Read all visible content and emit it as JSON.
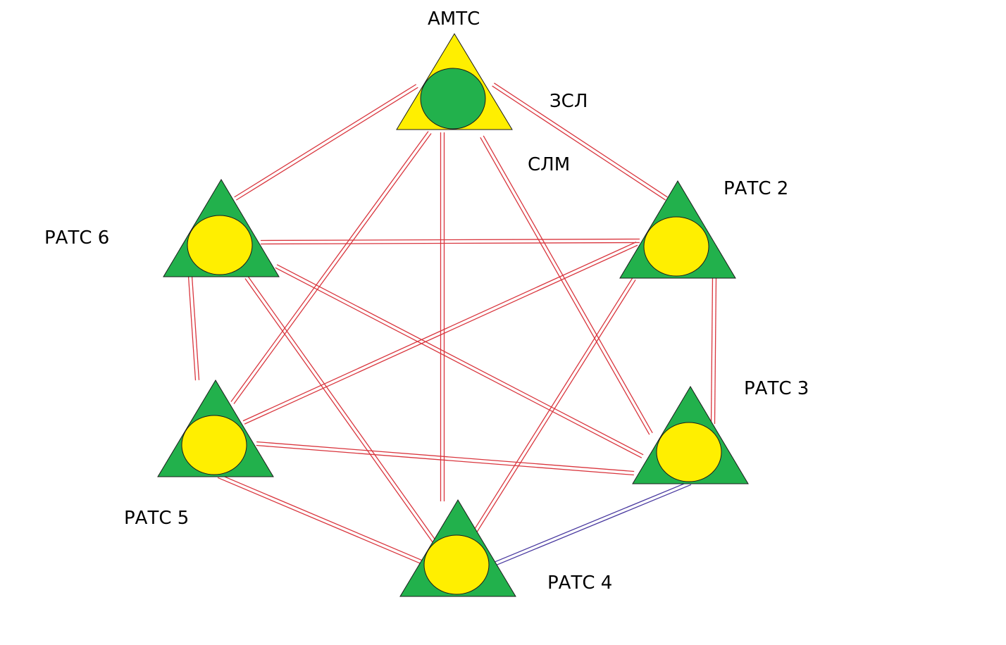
{
  "colors": {
    "green": "#22b14c",
    "yellow": "#ffef00",
    "link": "#d9363e",
    "outline": "#1a1a1a",
    "accent_link": "#4a3aa0"
  },
  "nodes": [
    {
      "id": "amts",
      "label": "АМТС",
      "fill": "yellow",
      "circle": "green"
    },
    {
      "id": "ratc2",
      "label": "РАТС 2",
      "fill": "green",
      "circle": "yellow"
    },
    {
      "id": "ratc3",
      "label": "РАТС 3",
      "fill": "green",
      "circle": "yellow"
    },
    {
      "id": "ratc4",
      "label": "РАТС 4",
      "fill": "green",
      "circle": "yellow"
    },
    {
      "id": "ratc5",
      "label": "РАТС 5",
      "fill": "green",
      "circle": "yellow"
    },
    {
      "id": "ratc6",
      "label": "РАТС 6",
      "fill": "green",
      "circle": "yellow"
    }
  ],
  "link_types": {
    "zsl": "ЗСЛ",
    "slm": "СЛМ"
  },
  "edges": [
    [
      "amts",
      "ratc2"
    ],
    [
      "amts",
      "ratc3"
    ],
    [
      "amts",
      "ratc4"
    ],
    [
      "amts",
      "ratc5"
    ],
    [
      "amts",
      "ratc6"
    ],
    [
      "ratc2",
      "ratc3"
    ],
    [
      "ratc2",
      "ratc4"
    ],
    [
      "ratc2",
      "ratc5"
    ],
    [
      "ratc2",
      "ratc6"
    ],
    [
      "ratc3",
      "ratc4"
    ],
    [
      "ratc3",
      "ratc5"
    ],
    [
      "ratc3",
      "ratc6"
    ],
    [
      "ratc4",
      "ratc5"
    ],
    [
      "ratc4",
      "ratc6"
    ],
    [
      "ratc5",
      "ratc6"
    ]
  ]
}
